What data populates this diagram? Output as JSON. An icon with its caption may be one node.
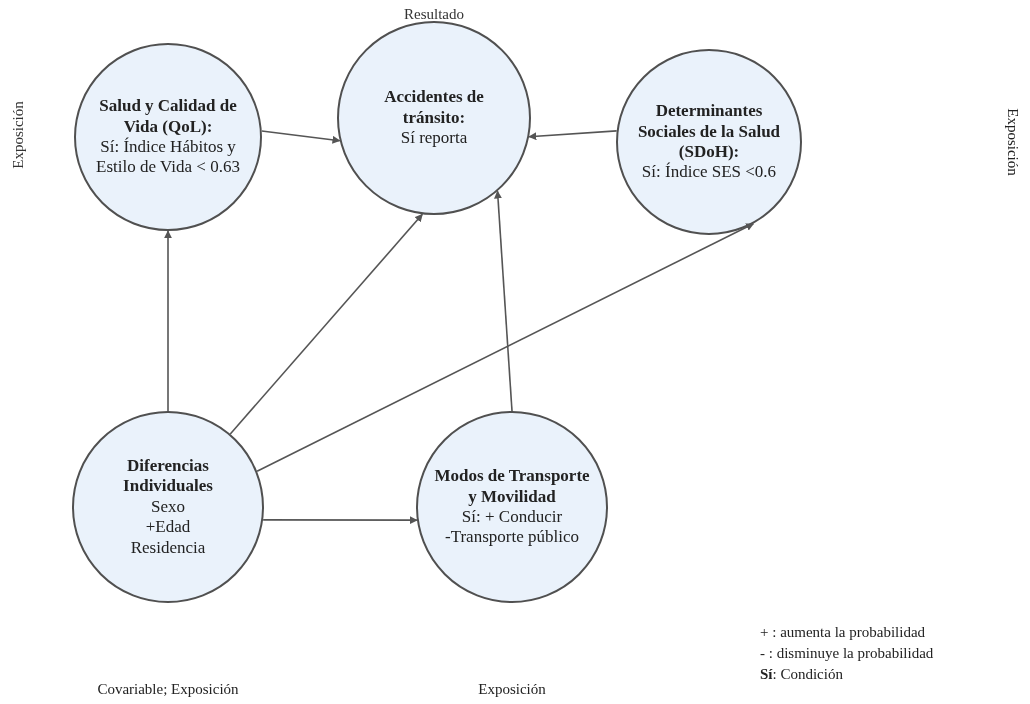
{
  "diagram": {
    "nodes": [
      {
        "text": [
          "Salud y Calidad de Vida (QoL):",
          "Sí: Índice Hábitos y Estilo de Vida < 0.63"
        ],
        "beside": [
          "Exposición"
        ]
      },
      {
        "text": [
          "Accidentes de tránsito:",
          "Sí reporta"
        ],
        "beside": [
          "Resultado"
        ]
      },
      {
        "text": [
          "Determinantes Sociales de la Salud (SDoH):",
          "Sí: Índice SES <0.6"
        ]
      },
      {
        "text": [
          "Diferencias Individuales",
          "Sexo",
          "+Edad",
          "Residencia"
        ]
      },
      {
        "text": [
          "Modos de Transporte y Movilidad",
          "Sí: + Conducir",
          "-Transporte público"
        ]
      }
    ],
    "edges": [
      {
        "from": 0,
        "to": 1,
        "arrow": "to"
      },
      {
        "from": 2,
        "to": 1,
        "arrow": "to"
      },
      {
        "from": 3,
        "to": 0,
        "arrow": "to"
      },
      {
        "from": 3,
        "to": 1,
        "arrow": "to"
      },
      {
        "from": 3,
        "to": 2,
        "arrow": "to"
      },
      {
        "from": 3,
        "to": 4,
        "arrow": "to"
      },
      {
        "from": 4,
        "to": 1,
        "arrow": "to"
      }
    ],
    "labels": [
      "Exposición",
      "Covariable; Exposición",
      "Exposición",
      "+ : aumenta la probabilidad",
      "- : disminuye la probabilidad",
      "**Sí**: Condición"
    ]
  }
}
